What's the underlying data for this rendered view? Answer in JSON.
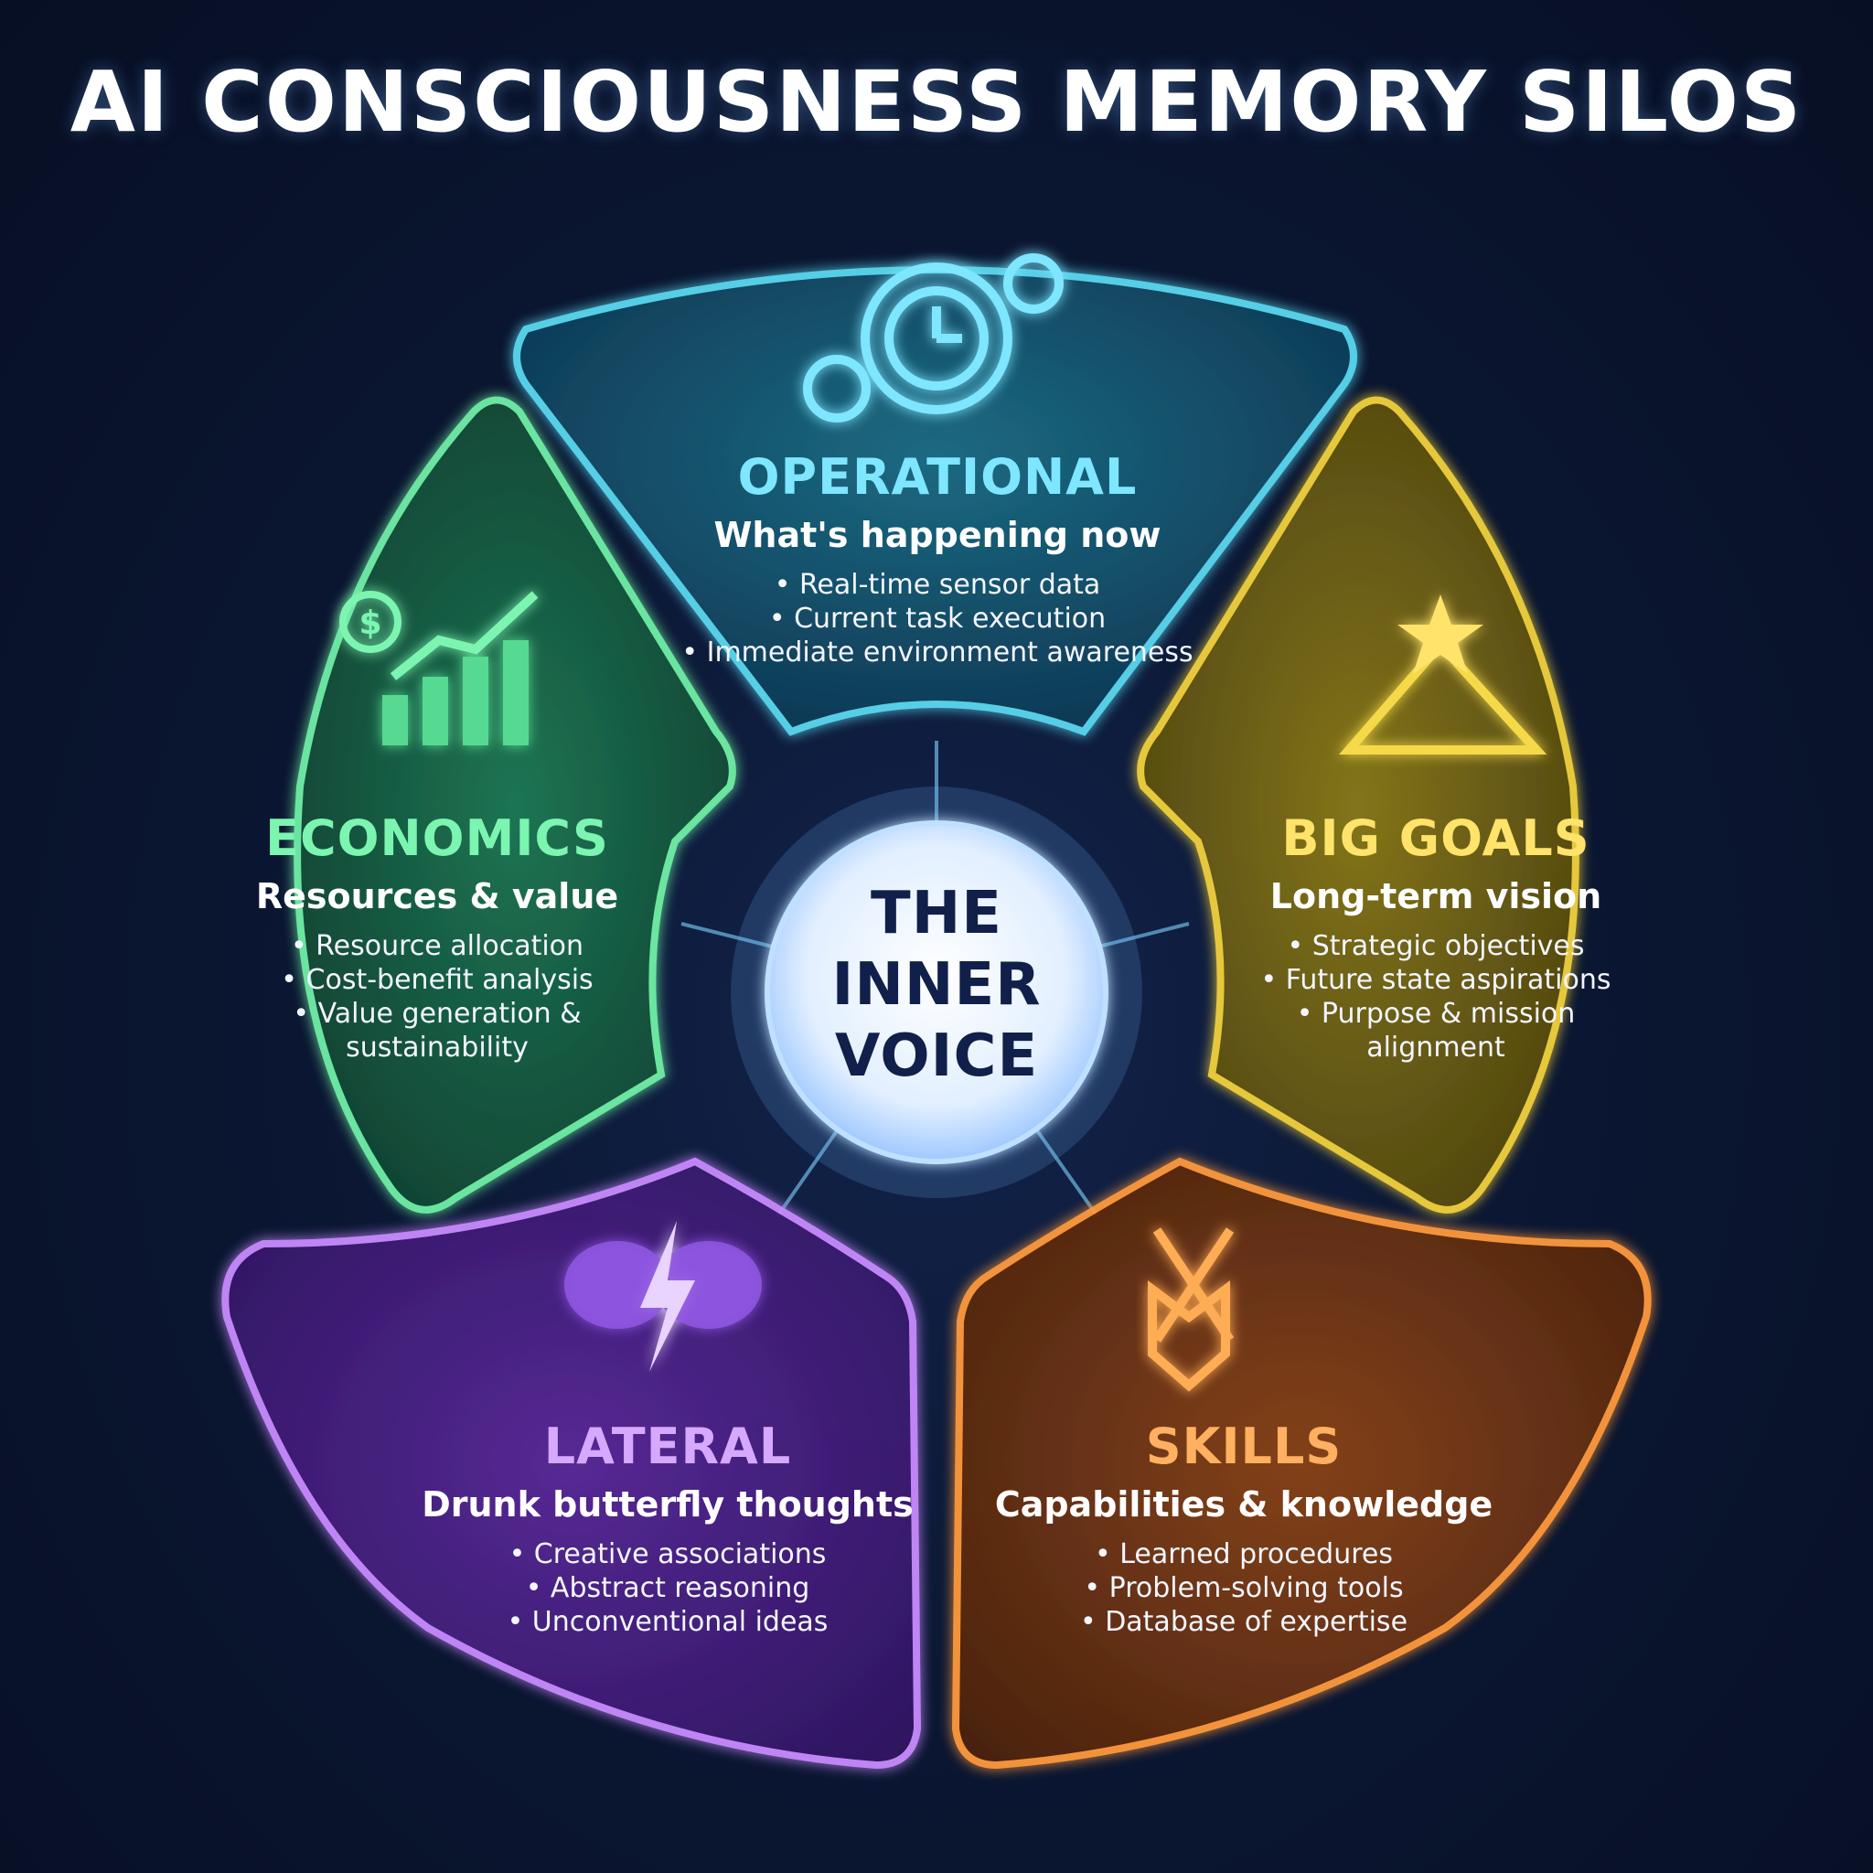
{
  "title": "AI CONSCIOUSNESS MEMORY SILOS",
  "center": {
    "lines": [
      "THE",
      "INNER",
      "VOICE"
    ]
  },
  "segments": {
    "operational": {
      "title": "OPERATIONAL",
      "subtitle": "What's happening now",
      "items": [
        "Real-time sensor data",
        "Current task execution",
        "Immediate environment awareness"
      ],
      "color": "#5ad8f0",
      "icon": "gears-clock-icon"
    },
    "big_goals": {
      "title": "BIG GOALS",
      "subtitle": "Long-term vision",
      "items": [
        "Strategic objectives",
        "Future state aspirations",
        "Purpose & mission alignment"
      ],
      "color": "#f2d23c",
      "icon": "mountain-star-icon"
    },
    "skills": {
      "title": "SKILLS",
      "subtitle": "Capabilities & knowledge",
      "items": [
        "Learned procedures",
        "Problem-solving tools",
        "Database of expertise"
      ],
      "color": "#ff9a3c",
      "icon": "wrench-book-icon"
    },
    "lateral": {
      "title": "LATERAL",
      "subtitle": "Drunk butterfly thoughts",
      "items": [
        "Creative associations",
        "Abstract reasoning",
        "Unconventional ideas"
      ],
      "color": "#c98bff",
      "icon": "butterfly-lightning-icon"
    },
    "economics": {
      "title": "ECONOMICS",
      "subtitle": "Resources & value",
      "items": [
        "Resource allocation",
        "Cost-benefit analysis",
        "Value generation & sustainability"
      ],
      "color": "#6ff0a6",
      "icon": "dollar-growth-chart-icon"
    }
  }
}
